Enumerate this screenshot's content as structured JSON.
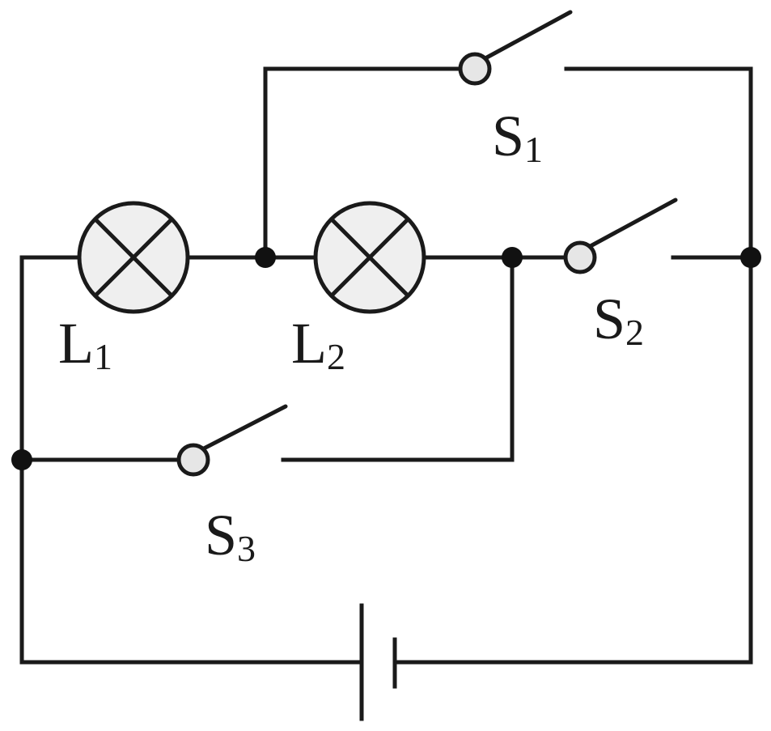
{
  "diagram": {
    "labels": {
      "lamp1": {
        "letter": "L",
        "sub": "1"
      },
      "lamp2": {
        "letter": "L",
        "sub": "2"
      },
      "switch1": {
        "letter": "S",
        "sub": "1"
      },
      "switch2": {
        "letter": "S",
        "sub": "2"
      },
      "switch3": {
        "letter": "S",
        "sub": "3"
      }
    },
    "colors": {
      "line": "#1a1a1a",
      "lamp_fill": "#efefef",
      "pivot_fill": "#e6e6e6"
    }
  }
}
